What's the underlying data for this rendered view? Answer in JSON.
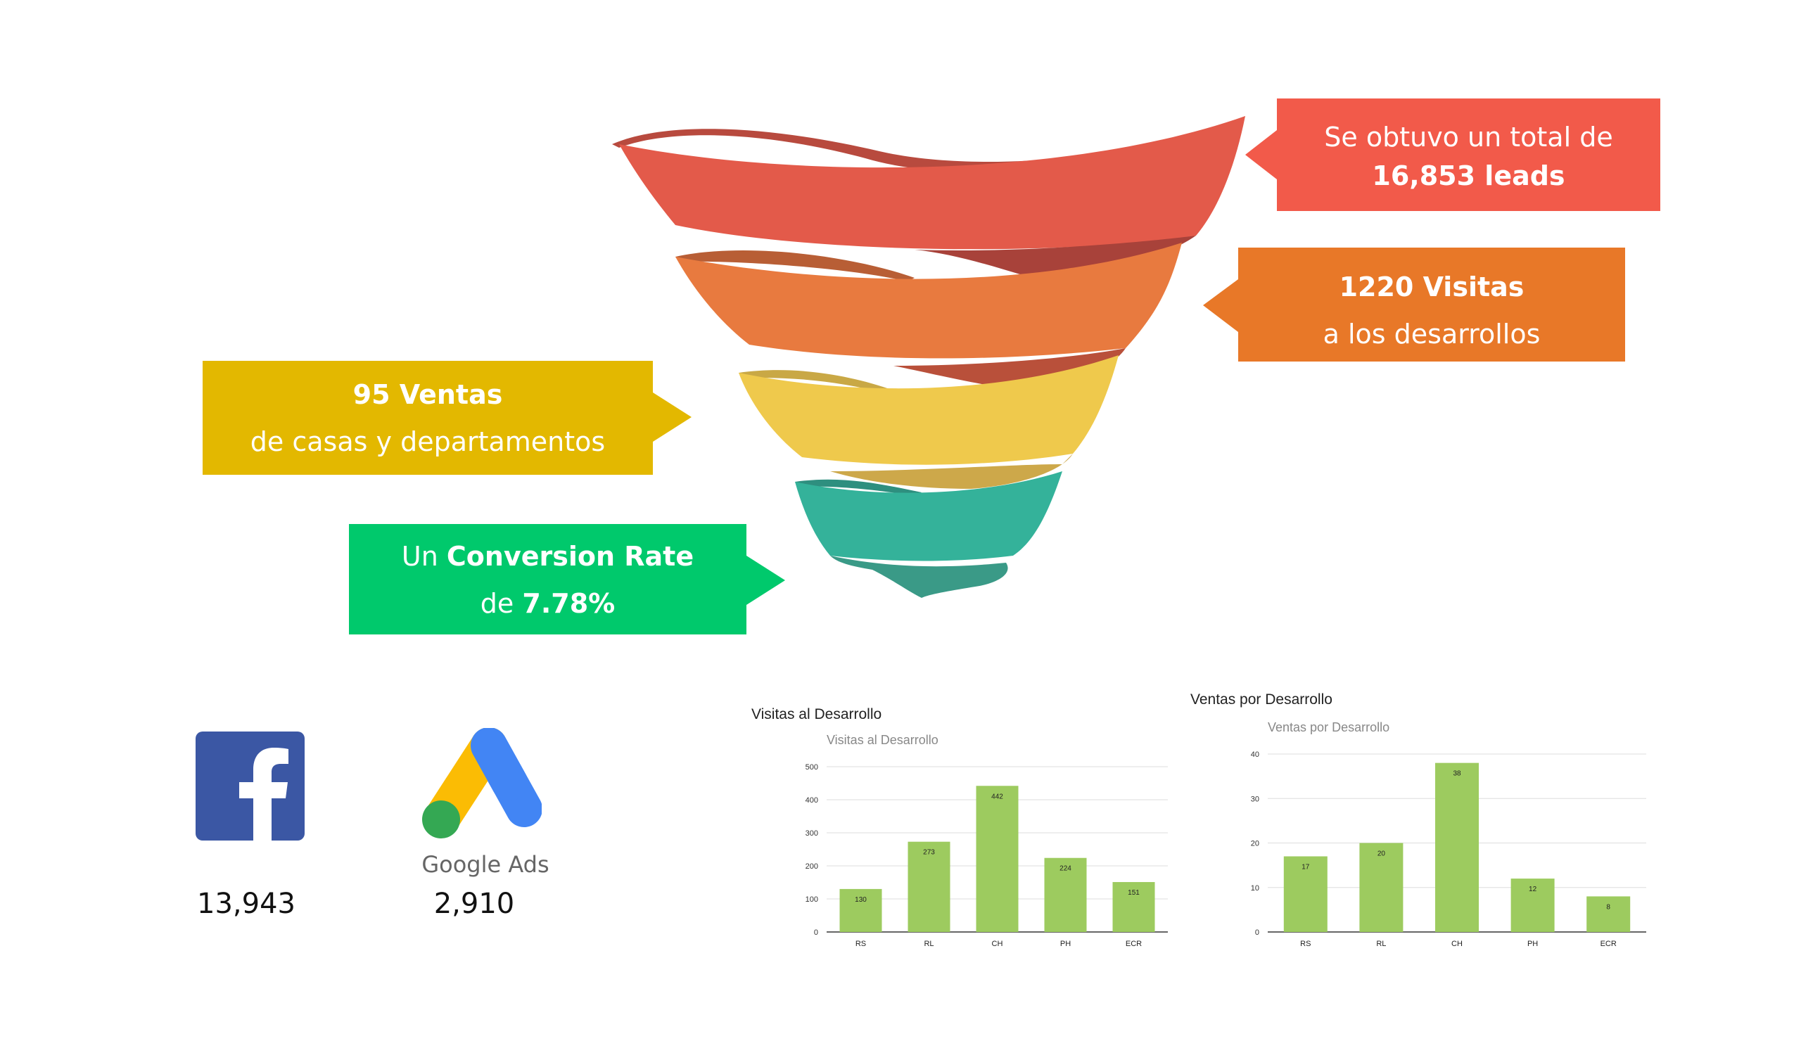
{
  "callouts": {
    "leads": {
      "line1": "Se obtuvo un total de",
      "line2": "16,853 leads",
      "color": "#F25A4A"
    },
    "visitas": {
      "line1": "1220 Visitas",
      "line2": "a los desarrollos",
      "color": "#E87828"
    },
    "ventas": {
      "line1": "95 Ventas",
      "line2": "de casas y departamentos",
      "color": "#E3B800"
    },
    "conversion": {
      "pre": "Un ",
      "bold1": "Conversion Rate",
      "pre2": "de ",
      "bold2": "7.78%",
      "color": "#00C96C"
    }
  },
  "funnel_colors": [
    "#E35A4A",
    "#E87A3F",
    "#EFC94C",
    "#34B29A"
  ],
  "platforms": {
    "facebook": {
      "icon": "facebook-icon",
      "value": "13,943",
      "color": "#3B57A4"
    },
    "google_ads": {
      "icon": "google-ads-icon",
      "label": "Google Ads",
      "value": "2,910"
    }
  },
  "chart_data": [
    {
      "type": "bar",
      "outer_title": "Visitas al Desarrollo",
      "title": "Visitas al Desarrollo",
      "categories": [
        "RS",
        "RL",
        "CH",
        "PH",
        "ECR"
      ],
      "values": [
        130,
        273,
        442,
        224,
        151
      ],
      "yticks": [
        0,
        100,
        200,
        300,
        400,
        500
      ],
      "ylim": [
        0,
        500
      ],
      "bar_color": "#9DCB5F",
      "grid": true
    },
    {
      "type": "bar",
      "outer_title": "Ventas por Desarrollo",
      "title": "Ventas por Desarrollo",
      "categories": [
        "RS",
        "RL",
        "CH",
        "PH",
        "ECR"
      ],
      "values": [
        17,
        20,
        38,
        12,
        8
      ],
      "yticks": [
        0,
        10,
        20,
        30,
        40
      ],
      "ylim": [
        0,
        40
      ],
      "bar_color": "#9DCB5F",
      "grid": true
    }
  ]
}
